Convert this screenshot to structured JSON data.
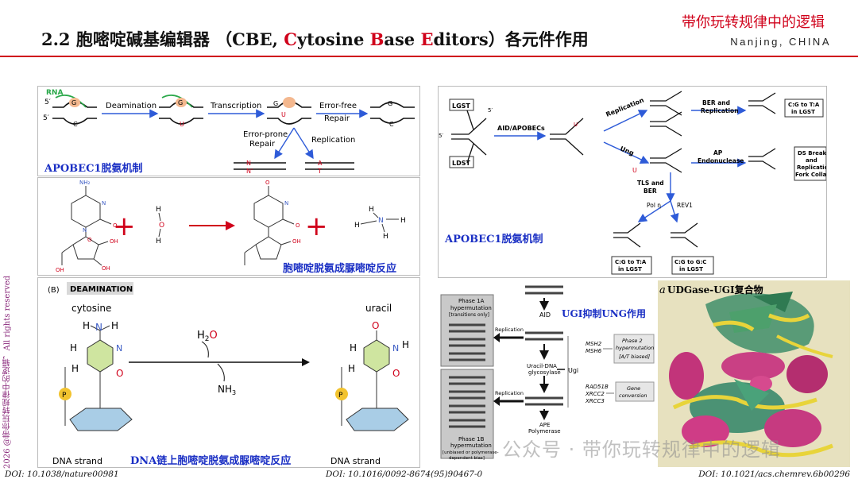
{
  "header": {
    "title_prefix": "2.2 胞嘧啶碱基编辑器 （CBE, ",
    "title_c": "C",
    "title_ytosine": "ytosine ",
    "title_b": "B",
    "title_ase": "ase ",
    "title_e": "E",
    "title_ditors": "ditors",
    "title_suffix": "）各元件作用",
    "brand": "带你玩转规律中的逻辑",
    "location": "Nanjing, CHINA"
  },
  "side_credit": "2026 @带你玩转规律中的逻辑，All rights reserved",
  "panel_a": {
    "rna": "RNA",
    "five1": "5′",
    "five2": "5′",
    "g": "G",
    "c": "C",
    "u": "U",
    "deamination": "Deamination",
    "transcription": "Transcription",
    "error_free": "Error-free",
    "repair": "Repair",
    "error_prone": "Error-prone",
    "repair2": "Repair",
    "replication": "Replication",
    "n1": "N",
    "n2": "N'",
    "a": "A",
    "t": "T",
    "caption": "APOBEC1脱氨机制"
  },
  "panel_b": {
    "nh2": "NH₂",
    "n": "N",
    "o": "O",
    "oh": "OH",
    "h": "H",
    "plus": "+",
    "caption": "胞嘧啶脱氨成脲嘧啶反应"
  },
  "panel_c": {
    "tag_b": "(B)",
    "tag": "DEAMINATION",
    "cytosine": "cytosine",
    "uracil": "uracil",
    "h2o_h": "H",
    "h2o_2": "2",
    "h2o_o": "O",
    "nh3": "NH",
    "nh3_sub": "3",
    "h": "H",
    "n": "N",
    "o": "O",
    "p": "P",
    "strand": "DNA strand",
    "strand2": "DNA strand",
    "caption": "DNA链上胞嘧啶脱氨成脲嘧啶反应"
  },
  "panel_d": {
    "lgst": "LGST",
    "ldst": "LDST",
    "five": "5′",
    "five2": "5′",
    "aid": "AID/APOBECs",
    "replication": "Replication",
    "ung": "Ung",
    "ber": "BER and",
    "ber2": "Replication",
    "ct1": "C:G to T:A",
    "ct1b": "in LGST",
    "ap": "AP",
    "ap2": "Endonuclease",
    "ds1": "DS Break",
    "ds2": "and",
    "ds3": "Replication",
    "ds4": "Fork Collapse",
    "tls": "TLS and",
    "tls2": "BER",
    "pol": "Pol η",
    "rev": "REV1",
    "ct2": "C:G to T:A",
    "ct2b": "in LGST",
    "cg": "C:G to G:C",
    "cgb": "in LGST",
    "u": "U",
    "caption": "APOBEC1脱氨机制"
  },
  "panel_e": {
    "phase1a": "Phase 1A",
    "hyper": "hypermutation",
    "trans": "[transitions only]",
    "replication": "Replication",
    "aid": "AID",
    "caption": "UGI抑制UNG作用",
    "msh2": "MSH2",
    "msh6": "MSH6",
    "phase2": "Phase 2",
    "hyper2": "hypermutation",
    "atb": "[A/T biased]",
    "uracil": "Uracil-DNA",
    "glyco": "glycosylase",
    "ugi": "Ugi",
    "rad": "RAD51B",
    "xrcc2": "XRCC2",
    "xrcc3": "XRCC3",
    "gene": "Gene",
    "conv": "conversion",
    "replication2": "Replication",
    "ape": "APE",
    "poly": "Polymerase",
    "phase1b": "Phase 1B",
    "hyper3": "hypermutation",
    "unb": "[unbiased or polymerase-",
    "dep": "dependent bias]"
  },
  "panel_f": {
    "a": "a",
    "caption": "UDGase-UGI复合物"
  },
  "watermark": "公众号 · 带你玩转规律中的逻辑",
  "dois": {
    "left": "DOI: 10.1038/nature00981",
    "mid": "DOI: 10.1016/0092-8674(95)90467-0",
    "right": "DOI: 10.1021/acs.chemrev.6b00296"
  },
  "colors": {
    "accent_red": "#d0021b",
    "caption_blue": "#1a2fc4",
    "arrow_blue": "#2e5bd8",
    "nucleobase_green": "#cfe5a0",
    "sugar_blue": "#a9cde6",
    "phosphate_yellow": "#f2c32f"
  }
}
